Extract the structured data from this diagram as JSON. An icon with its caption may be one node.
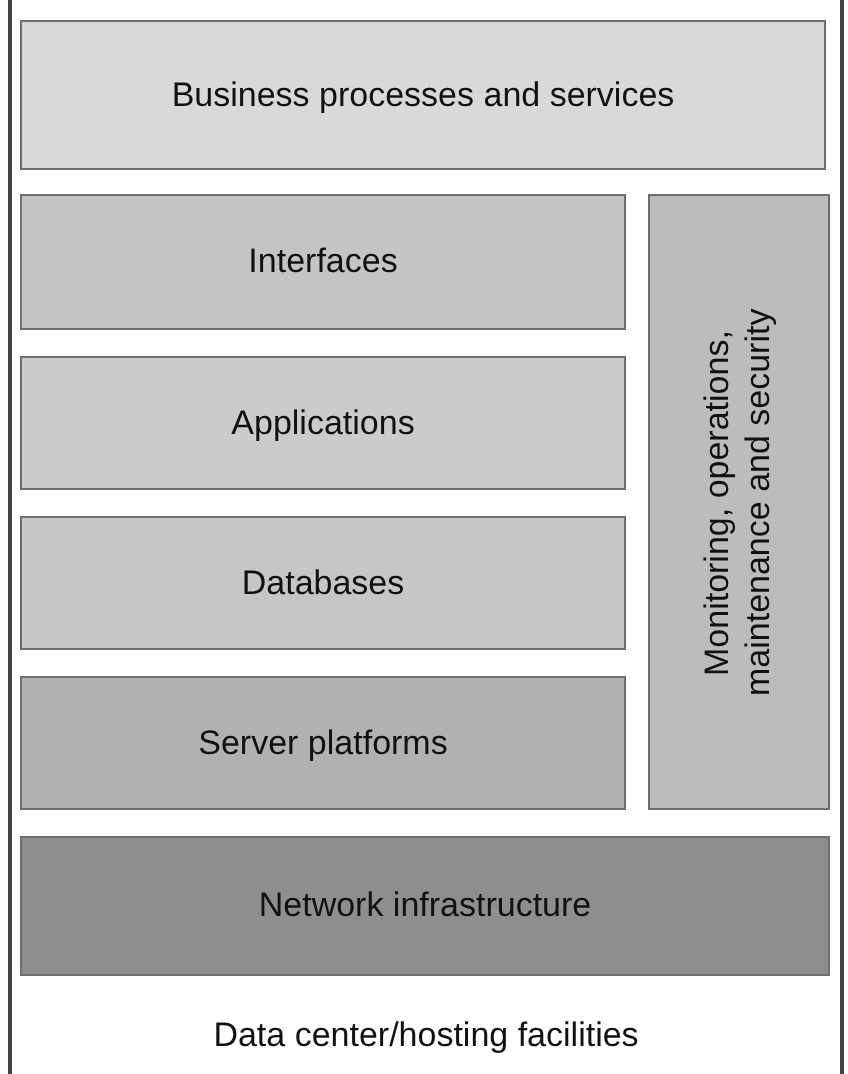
{
  "diagram": {
    "nodes": [
      {
        "text": [
          "Data center/hosting facilities"
        ]
      },
      {
        "text": [
          "Business processes and services"
        ],
        "in": 0
      },
      {
        "text": [
          "Interfaces"
        ],
        "in": 0
      },
      {
        "text": [
          "Applications"
        ],
        "in": 0
      },
      {
        "text": [
          "Databases"
        ],
        "in": 0
      },
      {
        "text": [
          "Server platforms"
        ],
        "in": 0
      },
      {
        "text": [
          "Monitoring, operations, maintenance and security"
        ],
        "in": 0
      },
      {
        "text": [
          "Network infrastructure"
        ],
        "in": 0
      }
    ]
  }
}
